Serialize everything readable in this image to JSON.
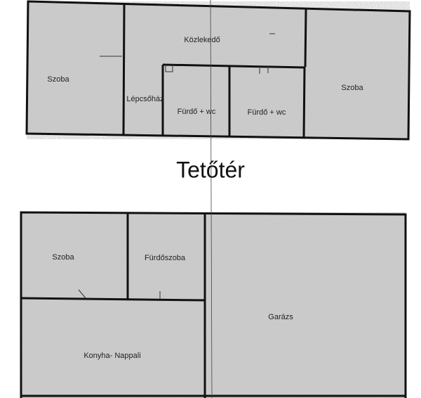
{
  "upper_floor": {
    "title": "Tetőtér",
    "rooms": [
      "Szoba",
      "Közlekedő",
      "Lépcsőház",
      "Fürdő + wc",
      "Fürdő + wc",
      "Szoba"
    ]
  },
  "ground_floor": {
    "rooms": [
      "Szoba",
      "Fürdőszoba",
      "Garázs",
      "Konyha- Nappali"
    ]
  },
  "colors": {
    "wall": "#111111",
    "fill": "#c9c9c9"
  }
}
